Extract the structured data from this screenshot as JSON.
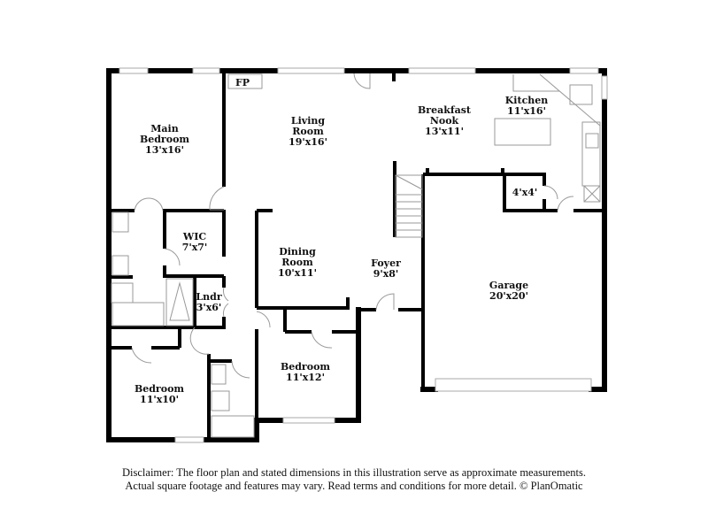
{
  "rooms": {
    "main_bedroom": {
      "name_1": "Main",
      "name_2": "Bedroom",
      "dims": "13'x16'"
    },
    "living_room": {
      "name_1": "Living",
      "name_2": "Room",
      "dims": "19'x16'"
    },
    "breakfast_nook": {
      "name_1": "Breakfast",
      "name_2": "Nook",
      "dims": "13'x11'"
    },
    "kitchen": {
      "name": "Kitchen",
      "dims": "11'x16'"
    },
    "wic": {
      "name": "WIC",
      "dims": "7'x7'"
    },
    "dining_room": {
      "name_1": "Dining",
      "name_2": "Room",
      "dims": "10'x11'"
    },
    "foyer": {
      "name": "Foyer",
      "dims": "9'x8'"
    },
    "garage": {
      "name": "Garage",
      "dims": "20'x20'"
    },
    "laundry": {
      "name": "Lndr",
      "dims": "3'x6'"
    },
    "closet": {
      "dims": "4'x4'"
    },
    "bedroom_2": {
      "name": "Bedroom",
      "dims": "11'x12'"
    },
    "bedroom_3": {
      "name": "Bedroom",
      "dims": "11'x10'"
    },
    "fireplace": {
      "name": "FP"
    }
  },
  "colors": {
    "wall": "#000000",
    "fixture": "#999999",
    "window": "#bbbbbb",
    "background": "#ffffff"
  },
  "disclaimer": {
    "line_1": "Disclaimer: The floor plan and stated dimensions in this illustration serve as approximate measurements.",
    "line_2": "Actual square footage and features may vary. Read terms and conditions for more detail. © PlanOmatic"
  }
}
